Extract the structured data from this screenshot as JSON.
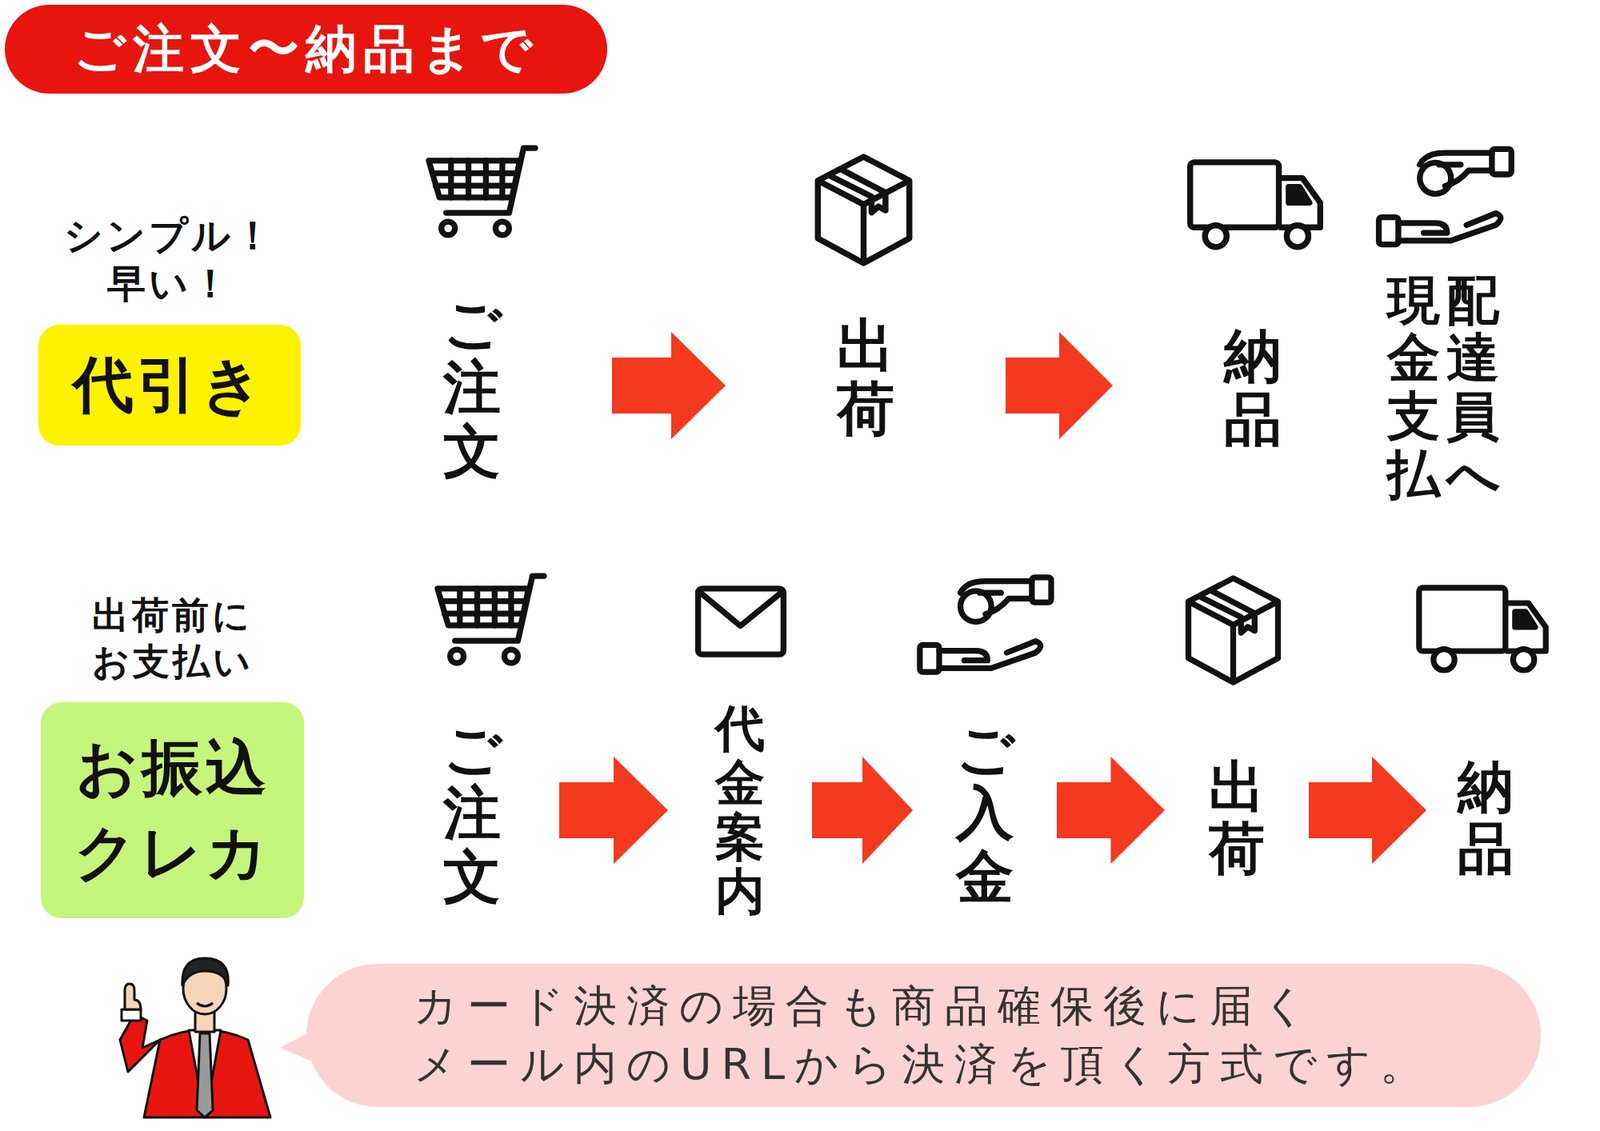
{
  "diagram": {
    "title": "ご注文〜納品まで",
    "nodes": [
      {
        "text": [
          "シンプル！ 早い！",
          "代引き"
        ]
      },
      {
        "text": [
          "ご注文"
        ]
      },
      {
        "text": [
          "出荷"
        ]
      },
      {
        "text": [
          "納品"
        ]
      },
      {
        "text": [
          "配達員へ",
          "現金支払"
        ]
      },
      {
        "text": [
          "出荷前に お支払い",
          "お振込 クレカ"
        ]
      },
      {
        "text": [
          "ご注文"
        ]
      },
      {
        "text": [
          "代金案内"
        ]
      },
      {
        "text": [
          "ご入金"
        ]
      },
      {
        "text": [
          "出荷"
        ]
      },
      {
        "text": [
          "納品"
        ]
      },
      {
        "text": [
          "カード決済の場合も商品確保後に届く メール内のURLから決済を頂く方式です。"
        ]
      }
    ],
    "edges": [
      {
        "from": 1,
        "to": 2,
        "arrow": "to"
      },
      {
        "from": 2,
        "to": 3,
        "arrow": "to"
      },
      {
        "from": 6,
        "to": 7,
        "arrow": "to"
      },
      {
        "from": 7,
        "to": 8,
        "arrow": "to"
      },
      {
        "from": 8,
        "to": 9,
        "arrow": "to"
      },
      {
        "from": 9,
        "to": 10,
        "arrow": "to"
      }
    ]
  }
}
